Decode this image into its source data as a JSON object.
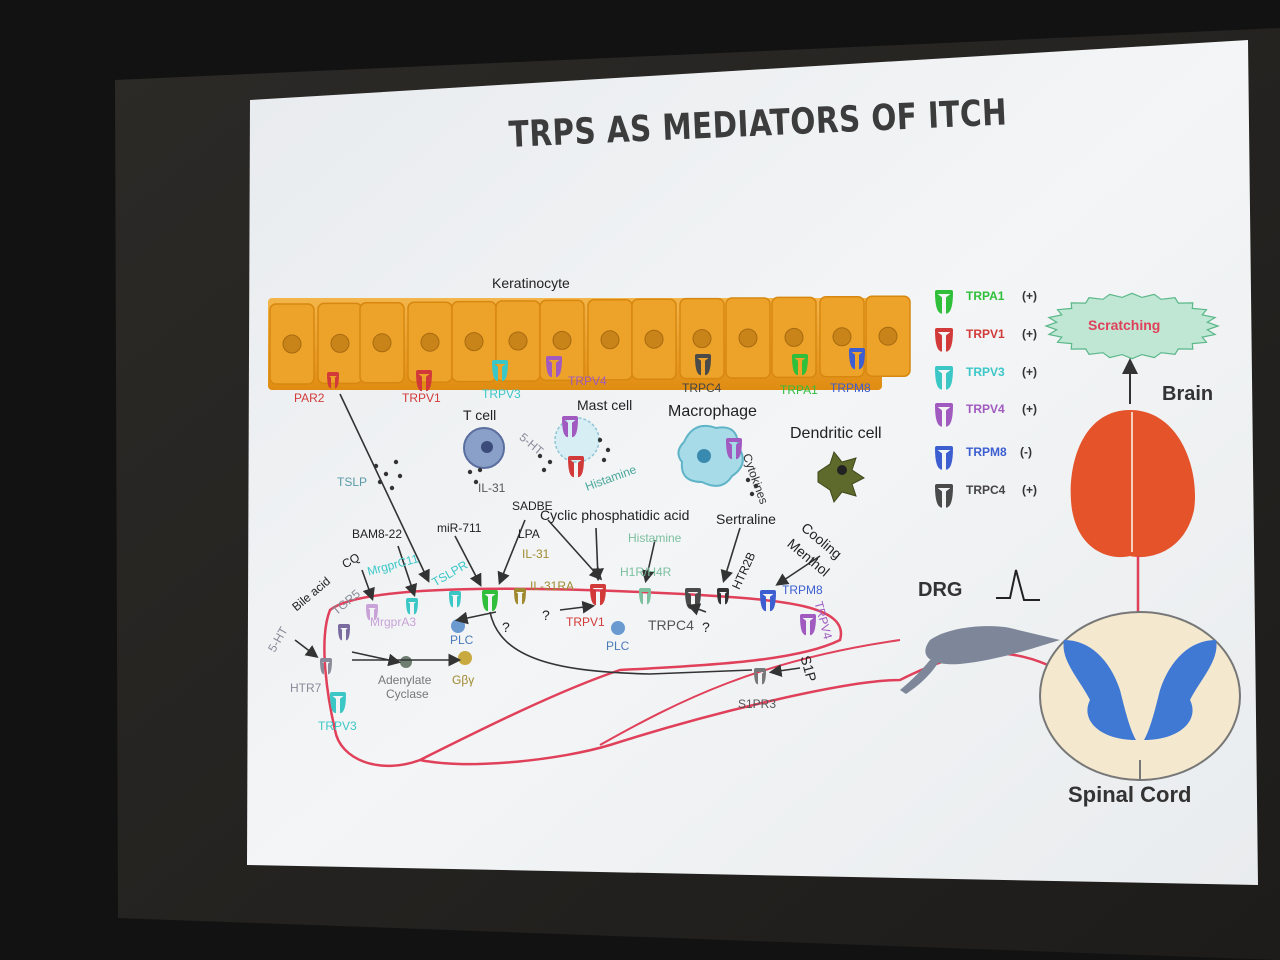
{
  "title": "TRPS AS MEDIATORS OF ITCH",
  "colors": {
    "trpa1": "#2fbf3a",
    "trpv1": "#d23a3a",
    "trpv3": "#3cc7c7",
    "trpv4": "#a05ac0",
    "trpm8": "#3d5ed0",
    "trpc4": "#4a4a4a",
    "keratinocyte": "#e99b1c",
    "brain": "#e4532a",
    "nerve": "#e0405a"
  },
  "keratinocyte": {
    "label": "Keratinocyte",
    "channels": {
      "par2": "PAR2",
      "trpv1": "TRPV1",
      "trpv3": "TRPV3",
      "trpv4": "TRPV4",
      "trpc4": "TRPC4",
      "trpa1": "TRPA1",
      "trpm8": "TRPM8"
    }
  },
  "cells": {
    "tcell": "T cell",
    "mast": "Mast cell",
    "macrophage": "Macrophage",
    "dendritic": "Dendritic cell"
  },
  "mediators": {
    "tslp": "TSLP",
    "il31_top": "IL-31",
    "five_ht_mast": "5-HT",
    "histamine_mast": "Histamine",
    "cytokines": "Cytokines"
  },
  "neuron": {
    "bam822": "BAM8-22",
    "mirna": "miR-711",
    "sadbe": "SADBE",
    "cpa": "Cyclic phosphatidic acid",
    "lpa": "LPA",
    "sertraline": "Sertraline",
    "cooling": "Cooling",
    "menthol": "Menthol",
    "bile": "Bile acid",
    "cq": "CQ",
    "tgr5": "TGR5",
    "mrgprc11": "MrgprC11",
    "mrgpra3": "MrgprA3",
    "tslpr": "TSLPR",
    "il31": "IL-31",
    "il31ra": "IL-31RA",
    "histamine": "Histamine",
    "h1r": "H1R/H4R",
    "htr2b": "HTR2B",
    "trpm8": "TRPM8",
    "trpv4": "TRPV4",
    "five_ht": "5-HT",
    "htr7": "HTR7",
    "trpv3": "TRPV3",
    "plc1": "PLC",
    "plc2": "PLC",
    "gby": "Gβγ",
    "adenylate1": "Adenylate",
    "adenylate2": "Cyclase",
    "trpv1": "TRPV1",
    "trpc4": "TRPC4",
    "s1p": "S1P",
    "s1pr3": "S1PR3",
    "q": "?"
  },
  "legend": [
    {
      "name": "TRPA1",
      "sign": "(+)",
      "color": "#2fbf3a"
    },
    {
      "name": "TRPV1",
      "sign": "(+)",
      "color": "#d23a3a"
    },
    {
      "name": "TRPV3",
      "sign": "(+)",
      "color": "#3cc7c7"
    },
    {
      "name": "TRPV4",
      "sign": "(+)",
      "color": "#a05ac0"
    },
    {
      "name": "TRPM8",
      "sign": "(-)",
      "color": "#3d5ed0"
    },
    {
      "name": "TRPC4",
      "sign": "(+)",
      "color": "#4a4a4a"
    }
  ],
  "right": {
    "scratching": "Scratching",
    "brain": "Brain",
    "drg": "DRG",
    "spinal": "Spinal Cord"
  }
}
